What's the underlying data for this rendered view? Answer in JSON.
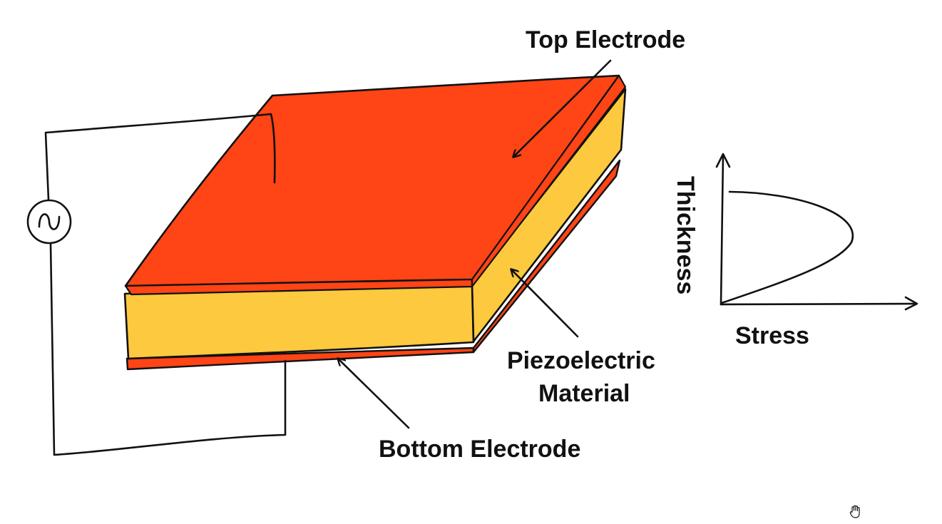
{
  "diagram": {
    "labels": {
      "top_electrode": "Top Electrode",
      "piezo_line1": "Piezoelectric",
      "piezo_line2": "Material",
      "bottom_electrode": "Bottom Electrode",
      "axis_y": "Thickness",
      "axis_x": "Stress"
    },
    "colors": {
      "electrode": "#FF4415",
      "piezo": "#FDC93E",
      "ink": "#111111",
      "background": "#FFFFFF"
    },
    "icons": {
      "ac_source": "ac-source-icon",
      "cursor": "hand-cursor-icon"
    }
  }
}
